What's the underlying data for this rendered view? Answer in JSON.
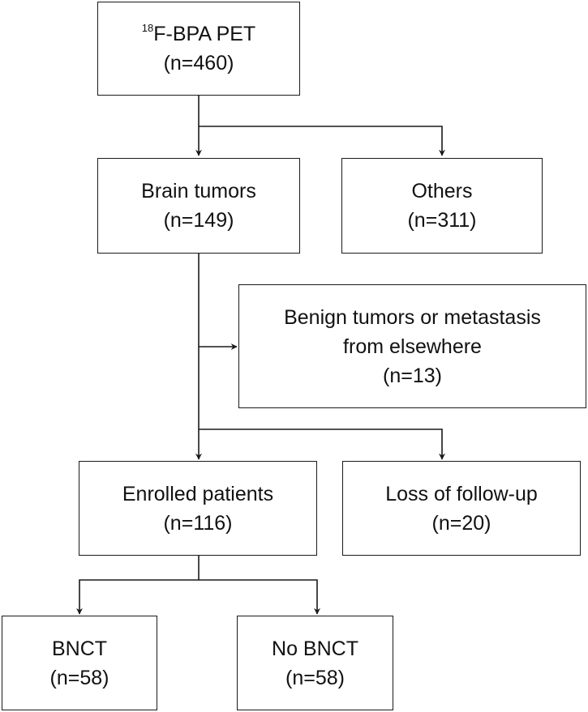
{
  "boxes": {
    "pet": {
      "superscript": "18",
      "title": "F-BPA PET",
      "count": "(n=460)"
    },
    "brain": {
      "title": "Brain tumors",
      "count": "(n=149)"
    },
    "others": {
      "title": "Others",
      "count": "(n=311)"
    },
    "benign": {
      "line1": "Benign tumors or metastasis",
      "line2": "from elsewhere",
      "count": "(n=13)"
    },
    "enrolled": {
      "title": "Enrolled patients",
      "count": "(n=116)"
    },
    "loss": {
      "title": "Loss of follow-up",
      "count": "(n=20)"
    },
    "bnct": {
      "title": "BNCT",
      "count": "(n=58)"
    },
    "nobnct": {
      "title": "No BNCT",
      "count": "(n=58)"
    }
  },
  "colors": {
    "line": "#1a1a1a",
    "box_border": "#1a1a1a",
    "background": "#ffffff"
  }
}
